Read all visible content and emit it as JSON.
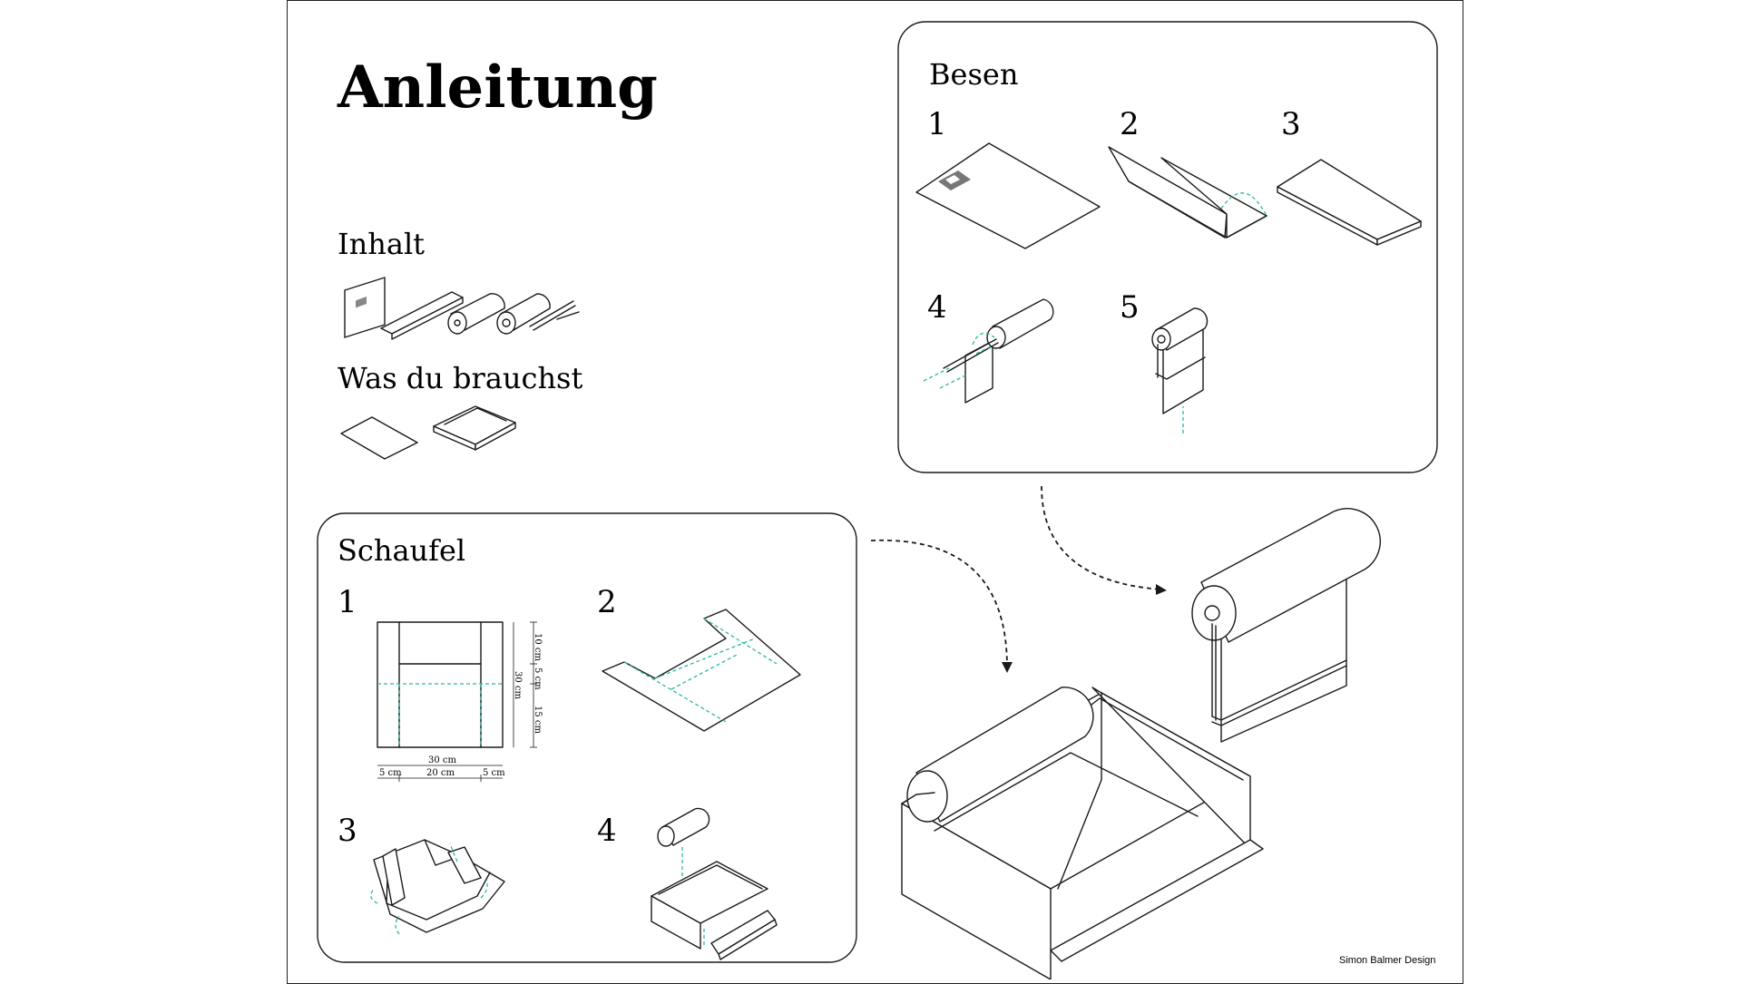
{
  "title": "Anleitung",
  "inhalt": {
    "heading": "Inhalt"
  },
  "brauchst": {
    "heading": "Was du brauchst"
  },
  "besen": {
    "heading": "Besen",
    "steps": [
      "1",
      "2",
      "3",
      "4",
      "5"
    ]
  },
  "schaufel": {
    "heading": "Schaufel",
    "steps": [
      "1",
      "2",
      "3",
      "4"
    ],
    "dimensions": {
      "top": "10 cm",
      "middle": "5 cm",
      "lower": "15 cm",
      "height": "30 cm",
      "width": "30 cm",
      "left": "5 cm",
      "center": "20 cm",
      "right": "5 cm"
    }
  },
  "credit": "Simon Balmer Design",
  "colors": {
    "ink": "#1a1a1a",
    "accent": "#2bb8a4",
    "background": "#ffffff"
  }
}
